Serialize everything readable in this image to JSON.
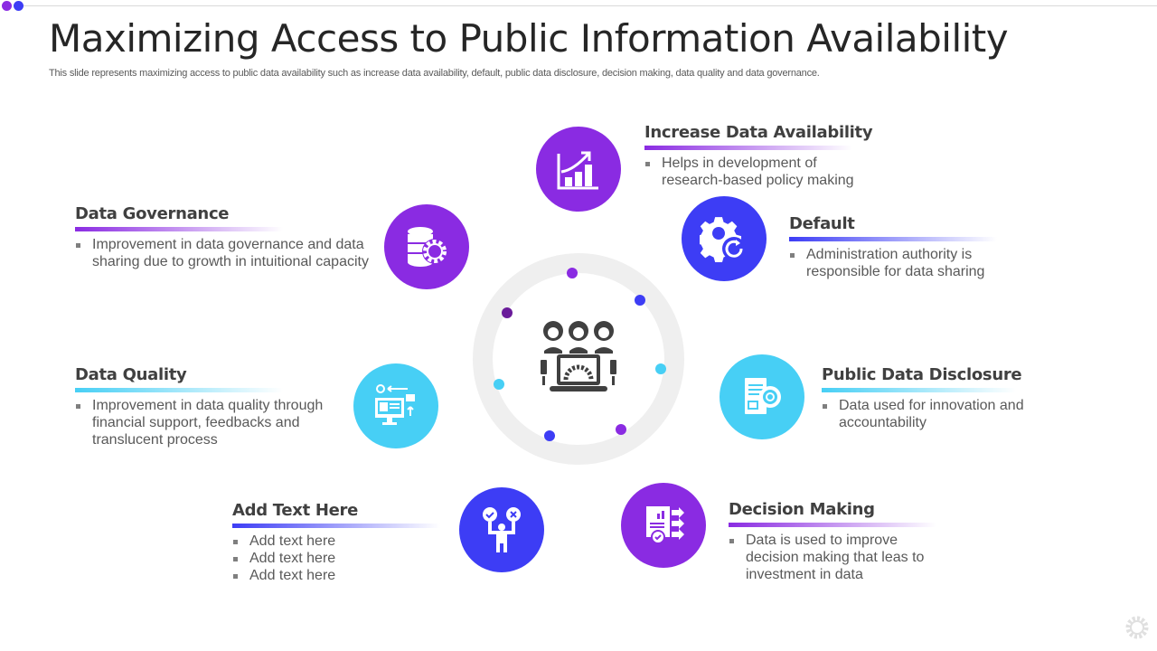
{
  "slide": {
    "title": "Maximizing Access to Public Information Availability",
    "subtitle": "This slide represents maximizing access to public data availability such as increase data availability, default, public data disclosure, decision making, data quality and data governance."
  },
  "colors": {
    "purple": "#8a2be2",
    "deep_purple": "#6a1b9a",
    "blue": "#3d3df5",
    "cyan": "#47cff5",
    "ring": "#efefef",
    "heading": "#404040",
    "body_text": "#595959"
  },
  "center": {
    "icon": "team-laptop-icon"
  },
  "items": [
    {
      "heading": "Increase Data Availability",
      "icon": "growth-chart-icon",
      "color": "#8a2be2",
      "bullets": [
        "Helps in development of research-based policy making"
      ]
    },
    {
      "heading": "Default",
      "icon": "gear-refresh-icon",
      "color": "#3d3df5",
      "bullets": [
        "Administration authority is responsible for data sharing"
      ]
    },
    {
      "heading": "Public Data Disclosure",
      "icon": "document-gear-icon",
      "color": "#47cff5",
      "bullets": [
        "Data used for innovation and accountability"
      ]
    },
    {
      "heading": "Decision Making",
      "icon": "report-approval-icon",
      "color": "#8a2be2",
      "bullets": [
        "Data is used to improve decision making that leas to investment in data"
      ]
    },
    {
      "heading": "Add Text Here",
      "icon": "person-choice-icon",
      "color": "#3d3df5",
      "bullets": [
        "Add text here",
        "Add text here",
        "Add text here"
      ]
    },
    {
      "heading": "Data Quality",
      "icon": "monitor-sync-icon",
      "color": "#47cff5",
      "bullets": [
        "Improvement in data quality through financial support, feedbacks and translucent process"
      ]
    },
    {
      "heading": "Data Governance",
      "icon": "database-gear-icon",
      "color": "#8a2be2",
      "bullets": [
        "Improvement in data governance and data sharing due to growth in intuitional capacity"
      ]
    }
  ]
}
